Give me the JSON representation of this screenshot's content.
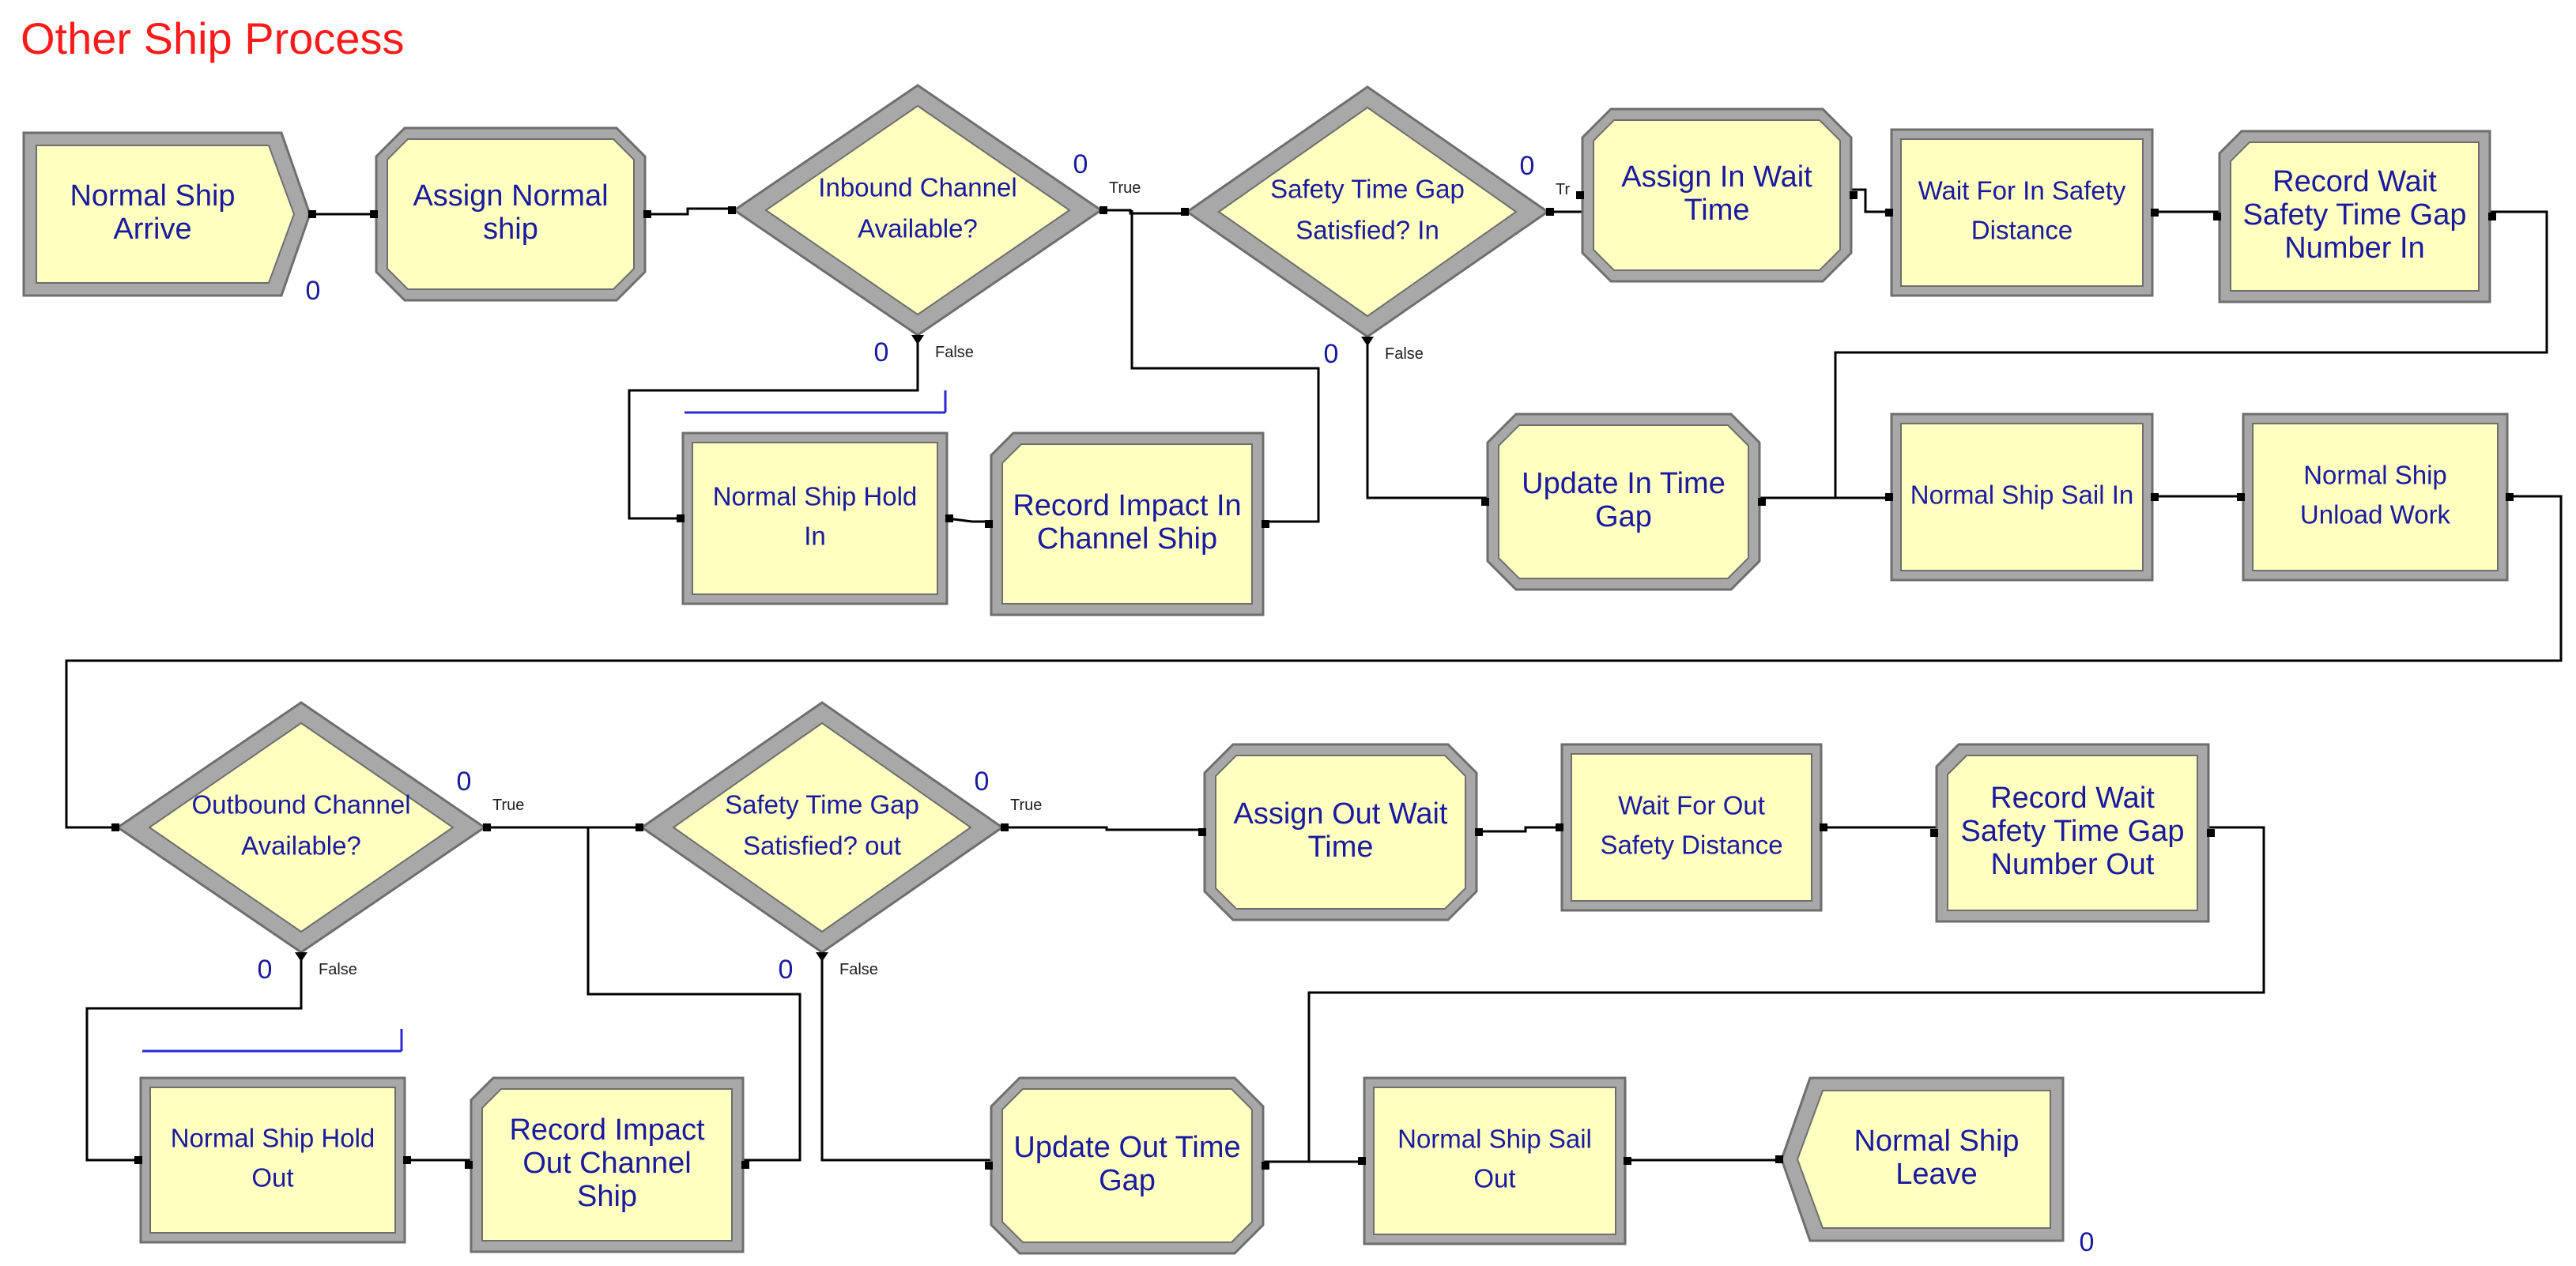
{
  "title": "Other Ship Process",
  "colors": {
    "title": "#ff1a1a",
    "module_fill": "#ffffc0",
    "module_frame": "#a8a8a8",
    "module_frame_dark": "#6e6e6e",
    "module_text": "#1a1aa0",
    "connector": "#000000",
    "queue_line": "#2828d8",
    "counter": "#1a1aa0",
    "background": "#ffffff"
  },
  "modules": [
    {
      "id": "create",
      "kind": "create",
      "lines": [
        "Normal Ship",
        "Arrive"
      ],
      "counter": "0"
    },
    {
      "id": "assign_normal",
      "kind": "assign",
      "lines": [
        "Assign Normal",
        "ship"
      ]
    },
    {
      "id": "dec_inbound",
      "kind": "decide",
      "lines": [
        "Inbound Channel",
        "Available?"
      ],
      "counter_true": "0",
      "counter_false": "0",
      "true_label": "True",
      "false_label": "False"
    },
    {
      "id": "dec_safety_in",
      "kind": "decide",
      "lines": [
        "Safety Time Gap",
        "Satisfied? In"
      ],
      "counter_true": "0",
      "counter_false": "0",
      "true_label": "Tr",
      "false_label": "False"
    },
    {
      "id": "assign_in_wait",
      "kind": "assign",
      "lines": [
        "Assign In Wait",
        "Time"
      ]
    },
    {
      "id": "wait_in_safety",
      "kind": "process",
      "lines": [
        "Wait For In Safety",
        "Distance"
      ]
    },
    {
      "id": "record_wait_in",
      "kind": "record",
      "lines": [
        "Record Wait",
        "Safety Time Gap",
        "Number In"
      ]
    },
    {
      "id": "hold_in",
      "kind": "hold",
      "lines": [
        "Normal Ship Hold",
        "In"
      ]
    },
    {
      "id": "record_impact_in",
      "kind": "record",
      "lines": [
        "Record Impact In",
        "Channel Ship"
      ]
    },
    {
      "id": "update_in",
      "kind": "assign",
      "lines": [
        "Update In Time",
        "Gap"
      ]
    },
    {
      "id": "sail_in",
      "kind": "process",
      "lines": [
        "Normal Ship Sail In"
      ]
    },
    {
      "id": "unload",
      "kind": "process",
      "lines": [
        "Normal Ship",
        "Unload Work"
      ]
    },
    {
      "id": "dec_outbound",
      "kind": "decide",
      "lines": [
        "Outbound Channel",
        "Available?"
      ],
      "counter_true": "0",
      "counter_false": "0",
      "true_label": "True",
      "false_label": "False"
    },
    {
      "id": "dec_safety_out",
      "kind": "decide",
      "lines": [
        "Safety Time Gap",
        "Satisfied? out"
      ],
      "counter_true": "0",
      "counter_false": "0",
      "true_label": "True",
      "false_label": "False"
    },
    {
      "id": "assign_out_wait",
      "kind": "assign",
      "lines": [
        "Assign Out Wait",
        "Time"
      ]
    },
    {
      "id": "wait_out_safety",
      "kind": "process",
      "lines": [
        "Wait For Out",
        "Safety Distance"
      ]
    },
    {
      "id": "record_wait_out",
      "kind": "record",
      "lines": [
        "Record Wait",
        "Safety Time Gap",
        "Number Out"
      ]
    },
    {
      "id": "hold_out",
      "kind": "hold",
      "lines": [
        "Normal Ship Hold",
        "Out"
      ]
    },
    {
      "id": "record_impact_out",
      "kind": "record",
      "lines": [
        "Record Impact",
        "Out Channel",
        "Ship"
      ]
    },
    {
      "id": "update_out",
      "kind": "assign",
      "lines": [
        "Update Out Time",
        "Gap"
      ]
    },
    {
      "id": "sail_out",
      "kind": "process",
      "lines": [
        "Normal Ship Sail",
        "Out"
      ]
    },
    {
      "id": "dispose",
      "kind": "dispose",
      "lines": [
        "Normal Ship",
        "Leave"
      ],
      "counter": "0"
    }
  ]
}
